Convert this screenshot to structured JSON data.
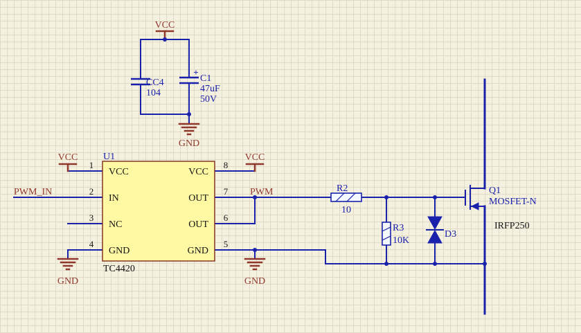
{
  "colors": {
    "canvas": "#F5F1E1",
    "grid": "#E1DBC6",
    "wire": "#1A22AC",
    "maroon": "#91382C",
    "ic-fill": "#FFF9A3",
    "ic-border": "#7E2B17",
    "pin-text": "#141414"
  },
  "power": {
    "vcc": "VCC",
    "gnd": "GND"
  },
  "nets": {
    "pwm_in": "PWM_IN",
    "pwm": "PWM"
  },
  "u1": {
    "designator": "U1",
    "part": "TC4420",
    "left_pins": [
      {
        "num": "1",
        "name": "VCC"
      },
      {
        "num": "2",
        "name": "IN"
      },
      {
        "num": "3",
        "name": "NC"
      },
      {
        "num": "4",
        "name": "GND"
      }
    ],
    "right_pins": [
      {
        "num": "8",
        "name": "VCC"
      },
      {
        "num": "7",
        "name": "OUT"
      },
      {
        "num": "6",
        "name": "OUT"
      },
      {
        "num": "5",
        "name": "GND"
      }
    ]
  },
  "cc4": {
    "designator": "CC4",
    "value": "104"
  },
  "c1": {
    "designator": "C1",
    "polarity": "+",
    "value": "47uF",
    "voltage": "50V"
  },
  "r2": {
    "designator": "R2",
    "value": "10"
  },
  "r3": {
    "designator": "R3",
    "value": "10K"
  },
  "d3": {
    "designator": "D3"
  },
  "q1": {
    "designator": "Q1",
    "comment": "MOSFET-N",
    "part": "IRFP250"
  }
}
